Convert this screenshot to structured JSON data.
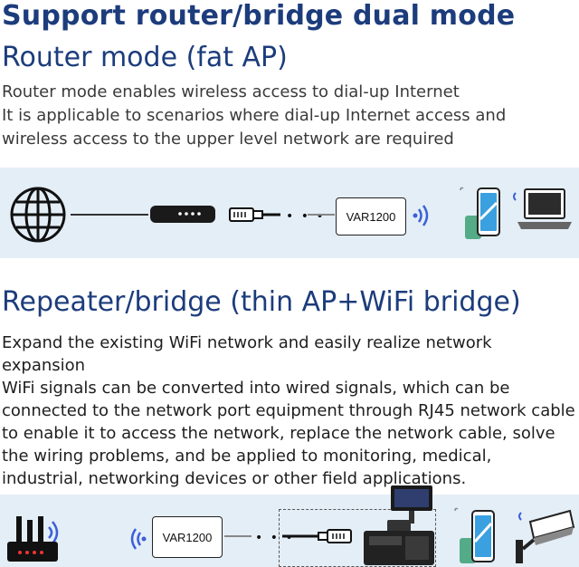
{
  "title": "Support router/bridge dual mode",
  "router_section": {
    "heading": "Router mode (fat AP)",
    "lines": [
      "Router mode enables wireless access to dial-up Internet",
      "It is applicable to scenarios where dial-up Internet access and wireless access to the upper level network are required"
    ],
    "device_label": "VAR1200",
    "icons": [
      "globe-icon",
      "modem-icon",
      "rj45-connector-icon",
      "wifi-signal-icon",
      "smartphone-icon",
      "laptop-icon"
    ]
  },
  "repeater_section": {
    "heading": "Repeater/bridge (thin AP+WiFi bridge)",
    "lines": [
      "Expand the existing WiFi network and easily realize network expansion",
      "WiFi signals can be converted into wired signals, which can be connected to the network port equipment through RJ45 network cable to enable it to access the network, replace the network cable, solve the wiring problems, and be applied to monitoring, medical, industrial, networking devices or other field applications."
    ],
    "device_label": "VAR1200",
    "icons": [
      "router-icon",
      "wifi-signal-icon",
      "rj45-connector-icon",
      "pos-terminal-icon",
      "smartphone-icon",
      "security-camera-icon"
    ]
  },
  "colors": {
    "heading": "#1c3c7c",
    "band": "#e4eef7",
    "wifi_blue": "#3b5fd9",
    "phone_green": "#2f9a6a",
    "phone_screen": "#3aa0e0"
  }
}
